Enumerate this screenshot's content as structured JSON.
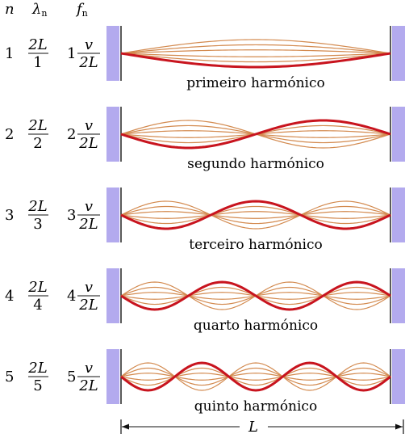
{
  "header": {
    "n": "n",
    "lambda": "λ",
    "lambda_sub": "n",
    "freq": "f",
    "freq_sub": "n"
  },
  "rows": [
    {
      "n": "1",
      "lambda_num": "2L",
      "lambda_den": "1",
      "coef": "1",
      "f_num": "v",
      "f_den": "2L",
      "label": "primeiro harmónico",
      "loops": 1
    },
    {
      "n": "2",
      "lambda_num": "2L",
      "lambda_den": "2",
      "coef": "2",
      "f_num": "v",
      "f_den": "2L",
      "label": "segundo harmónico",
      "loops": 2
    },
    {
      "n": "3",
      "lambda_num": "2L",
      "lambda_den": "3",
      "coef": "3",
      "f_num": "v",
      "f_den": "2L",
      "label": "terceiro harmónico",
      "loops": 3
    },
    {
      "n": "4",
      "lambda_num": "2L",
      "lambda_den": "4",
      "coef": "4",
      "f_num": "v",
      "f_den": "2L",
      "label": "quarto harmónico",
      "loops": 4
    },
    {
      "n": "5",
      "lambda_num": "2L",
      "lambda_den": "5",
      "coef": "5",
      "f_num": "v",
      "f_den": "2L",
      "label": "quinto harmónico",
      "loops": 5
    }
  ],
  "length_label": "L",
  "colors": {
    "wall": "#b3aaee",
    "wall_edge": "#222222",
    "main_wave": "#c8141e",
    "thin_wave": "#d38a4f"
  }
}
